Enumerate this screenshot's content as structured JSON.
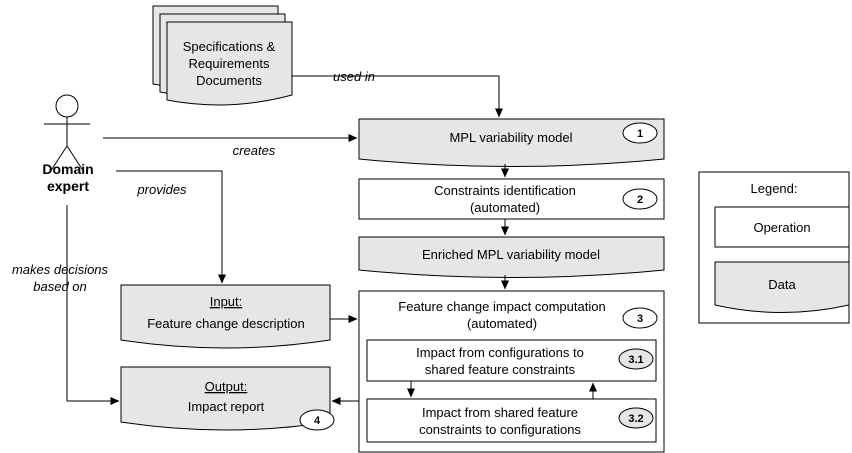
{
  "documents": {
    "line1": "Specifications &",
    "line2": "Requirements",
    "line3": "Documents"
  },
  "actor": {
    "line1": "Domain",
    "line2": "expert"
  },
  "edges": {
    "used_in": "used in",
    "creates": "creates",
    "provides": "provides",
    "makes_decisions_line1": "makes decisions",
    "makes_decisions_line2": "based on"
  },
  "steps": {
    "mpl_model": {
      "label": "MPL variability model",
      "number": "1"
    },
    "constraints": {
      "line1": "Constraints identification",
      "line2": "(automated)",
      "number": "2"
    },
    "enriched_model": {
      "label": "Enriched MPL variability model"
    },
    "impact": {
      "line1": "Feature change impact computation",
      "line2": "(automated)",
      "number": "3"
    },
    "impact_31": {
      "line1": "Impact from configurations to",
      "line2": "shared feature constraints",
      "number": "3.1"
    },
    "impact_32": {
      "line1": "Impact from shared feature",
      "line2": "constraints to configurations",
      "number": "3.2"
    }
  },
  "input": {
    "title": "Input:",
    "text": "Feature change description"
  },
  "output": {
    "title": "Output:",
    "text": "Impact report",
    "number": "4"
  },
  "legend": {
    "title": "Legend:",
    "operation": "Operation",
    "data": "Data"
  },
  "colors": {
    "data_fill": "#e6e6e6",
    "operation_fill": "#ffffff",
    "stroke": "#000000"
  }
}
